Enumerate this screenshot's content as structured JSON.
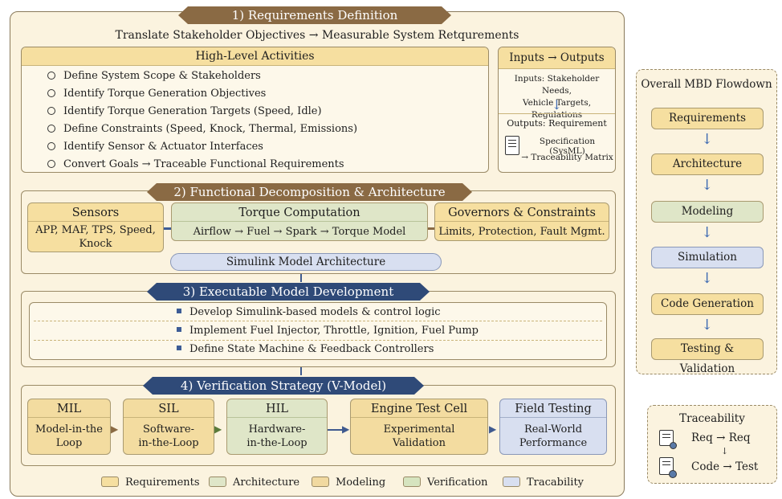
{
  "section1": {
    "title": "1) Requirements Definition",
    "subtitle": "Translate Stakeholder Objectives → Measurable System Retqurements",
    "activities_title": "High-Level Activities",
    "activities": [
      "Define System Scope & Stakeholders",
      "Identify Torque Generation Objectives",
      "Identify Torque Generation Targets (Speed, Idle)",
      "Define Constraints (Speed, Knock, Thermal, Emissions)",
      "Identify Sensor & Actuator Interfaces",
      "Convert Goals → Traceable Functional Requirements"
    ],
    "io_title": "Inputs → Outputs",
    "inputs_text_line1": "Inputs: Stakeholder Needs,",
    "inputs_text_line2": "Vehicle Targets, Regulations",
    "outputs_text_line1": "Outputs: Requirement",
    "outputs_text_line2": "Specification (SysML)",
    "outputs_text_line3": "→ Traceability Matrix"
  },
  "section2": {
    "title": "2) Functional Decomposition & Architecture",
    "sensors_title": "Sensors",
    "sensors_body_line1": "APP, MAF, TPS, Speed,",
    "sensors_body_line2": "Knock",
    "torque_title": "Torque Computation",
    "torque_body": "Airflow → Fuel → Spark → Torque Model",
    "governors_title": "Governors & Constraints",
    "governors_body": "Limits, Protection, Fault Mgmt.",
    "simulink_label": "Simulink Model Architecture"
  },
  "section3": {
    "title": "3) Executable Model Development",
    "bullets": [
      "Develop Simulink-based models & control logic",
      "Implement Fuel Injector, Throttle, Ignition, Fuel Pump",
      "Define State Machine & Feedback Controllers"
    ]
  },
  "section4": {
    "title": "4) Verification Strategy (V-Model)",
    "stages": [
      {
        "title": "MIL",
        "body1": "Model-in-the",
        "body2": "Loop"
      },
      {
        "title": "SIL",
        "body1": "Software-",
        "body2": "in-the-Loop"
      },
      {
        "title": "HIL",
        "body1": "Hardware-",
        "body2": "in-the-Loop"
      },
      {
        "title": "Engine Test Cell",
        "body1": "Experimental",
        "body2": "Validation"
      },
      {
        "title": "Field Testing",
        "body1": "Real-World",
        "body2": "Performance"
      }
    ]
  },
  "legend": [
    "Requirements",
    "Architecture",
    "Modeling",
    "Verification",
    "Tracability"
  ],
  "flowdown": {
    "title": "Overall MBD Flowdown",
    "stages": [
      "Requirements",
      "Architecture",
      "Modeling",
      "Simulation",
      "Code Generation",
      "Testing & Validation"
    ]
  },
  "traceability": {
    "title": "Traceability",
    "row1_from": "Req",
    "row1_to": "Req",
    "row2_from": "Code",
    "row2_to": "Test",
    "arrow": "→"
  },
  "colors": {
    "requirements": "#f6dfa0",
    "architecture": "#dfe6c8",
    "modeling": "#f1d9a0",
    "verification": "#d6e4bf",
    "tracability": "#d8dff0",
    "brown_banner": "#8a6a44",
    "navy_banner": "#2f4a78"
  }
}
